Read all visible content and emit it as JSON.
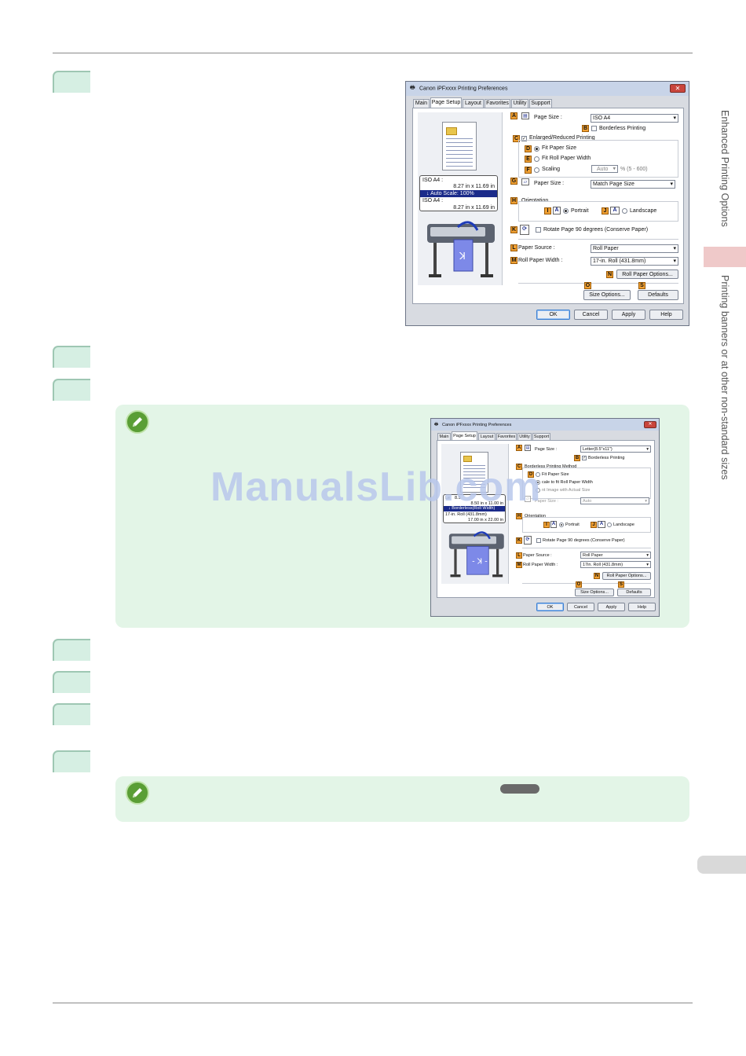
{
  "sidebar": {
    "section": "Enhanced Printing Options",
    "subsection": "Printing banners or at other non-standard sizes"
  },
  "watermark": "ManualsLib.com",
  "colors": {
    "step_box": "#d6efe3",
    "note_bg": "#e3f5e7",
    "badge": "#f0a033",
    "sidebar_accent": "#efc9c9",
    "note_icon": "#5a9e35"
  },
  "dialog1": {
    "title": "Canon iPFxxxx Printing Preferences",
    "tabs": [
      "Main",
      "Page Setup",
      "Layout",
      "Favorites",
      "Utility",
      "Support"
    ],
    "active_tab": "Page Setup",
    "preview": {
      "line1": "ISO A4 :",
      "line2": "8.27 in x 11.69 in",
      "highlight": "Auto Scale: 100%",
      "line3": "ISO A4 :",
      "line4": "8.27 in x 11.69 in"
    },
    "badges": {
      "A": "A",
      "B": "B",
      "C": "C",
      "D": "D",
      "E": "E",
      "F": "F",
      "G": "G",
      "H": "H",
      "I": "I",
      "J": "J",
      "K": "K",
      "L": "L",
      "M": "M",
      "N": "N",
      "O": "O",
      "S": "S"
    },
    "page_size_label": "Page Size :",
    "page_size_value": "ISO A4",
    "borderless_label": "Borderless Printing",
    "enlarged_label": "Enlarged/Reduced Printing",
    "fit_paper_label": "Fit Paper Size",
    "fit_roll_label": "Fit Roll Paper Width",
    "scaling_label": "Scaling",
    "scaling_value": "Auto",
    "scaling_range": "% (5 - 600)",
    "paper_size_label": "Paper Size :",
    "paper_size_value": "Match Page Size",
    "orientation_label": "Orientation",
    "portrait_label": "Portrait",
    "landscape_label": "Landscape",
    "rotate_label": "Rotate Page 90 degrees (Conserve Paper)",
    "paper_source_label": "Paper Source :",
    "paper_source_value": "Roll Paper",
    "roll_width_label": "Roll Paper Width :",
    "roll_width_value": "17-in. Roll (431.8mm)",
    "roll_options_button": "Roll Paper Options...",
    "size_options_button": "Size Options...",
    "defaults_button": "Defaults",
    "ok_button": "OK",
    "cancel_button": "Cancel",
    "apply_button": "Apply",
    "help_button": "Help"
  },
  "dialog2": {
    "title": "Canon iPFxxxx Printing Preferences",
    "tabs": [
      "Main",
      "Page Setup",
      "Layout",
      "Favorites",
      "Utility",
      "Support"
    ],
    "active_tab": "Page Setup",
    "preview": {
      "line1": "Le",
      "line1b": "8.5",
      "line2": "8.50 in x 11.00 in",
      "highlight": "Borderless(Roll Width)",
      "line3": "17-in. Roll (431.8mm)",
      "line4": "17.00 in x 22.00 in"
    },
    "page_size_label": "Page Size :",
    "page_size_value": "Letter(8.5\"x11\")",
    "borderless_label": "Borderless Printing",
    "method_label": "Borderless Printing Method",
    "fit_paper_label": "Fit Paper Size",
    "scale_roll_label": "cale to fit Roll Paper Width",
    "actual_size_label": "nt Image with Actual Size",
    "paper_size_label": "Paper Size :",
    "paper_size_value": "Auto",
    "orientation_label": "Orientation",
    "portrait_label": "Portrait",
    "landscape_label": "Landscape",
    "rotate_label": "Rotate Page 90 degrees (Conserve Paper)",
    "paper_source_label": "Paper Source :",
    "paper_source_value": "Roll Paper",
    "roll_width_label": "Roll Paper Width :",
    "roll_width_value": "17in. Roll (431.8mm)",
    "roll_options_button": "Roll Paper Options...",
    "size_options_button": "Size Options...",
    "defaults_button": "Defaults",
    "ok_button": "OK",
    "cancel_button": "Cancel",
    "apply_button": "Apply",
    "help_button": "Help"
  }
}
